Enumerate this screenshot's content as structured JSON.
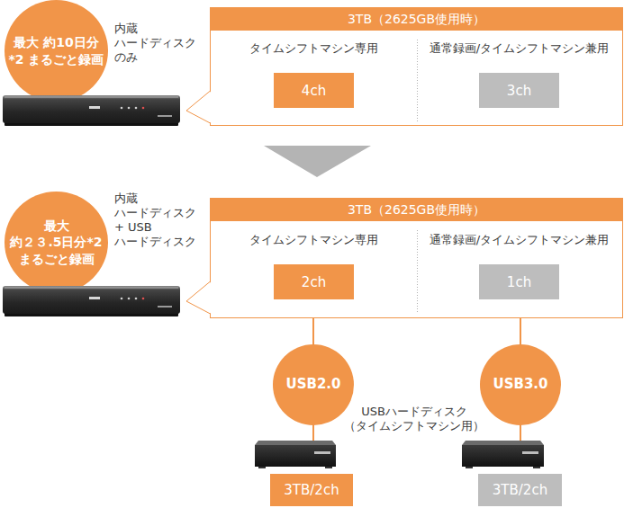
{
  "diagram": {
    "nodes": [
      {
        "text": [
          "最大 約10日分*2 まるごと録画"
        ]
      },
      {
        "text": [
          "3TB（2625GB使用時）"
        ]
      },
      {
        "text": [
          "タイムシフトマシン専用",
          "4ch"
        ],
        "in": 1
      },
      {
        "text": [
          "通常録画/タイムシフトマシン兼用",
          "3ch"
        ],
        "in": 1
      },
      {
        "text": [
          "最大 約２３.5日分*2 まるごと録画"
        ]
      },
      {
        "text": [
          "3TB（2625GB使用時）"
        ]
      },
      {
        "text": [
          "タイムシフトマシン専用",
          "2ch"
        ],
        "in": 5
      },
      {
        "text": [
          "通常録画/タイムシフトマシン兼用",
          "1ch"
        ],
        "in": 5
      },
      {
        "text": [
          "USB2.0"
        ]
      },
      {
        "text": [
          "USB3.0"
        ]
      },
      {
        "text": [
          "3TB/2ch"
        ]
      },
      {
        "text": [
          "3TB/2ch"
        ]
      }
    ],
    "edges": [
      {
        "from": 5,
        "to": 8,
        "arrow": "none"
      },
      {
        "from": 5,
        "to": 9,
        "arrow": "none"
      }
    ],
    "labels": [
      "内蔵 ハードディスク のみ",
      "内蔵 ハードディスク + USB ハードディスク",
      "USBハードディスク （タイムシフトマシン用）"
    ]
  }
}
